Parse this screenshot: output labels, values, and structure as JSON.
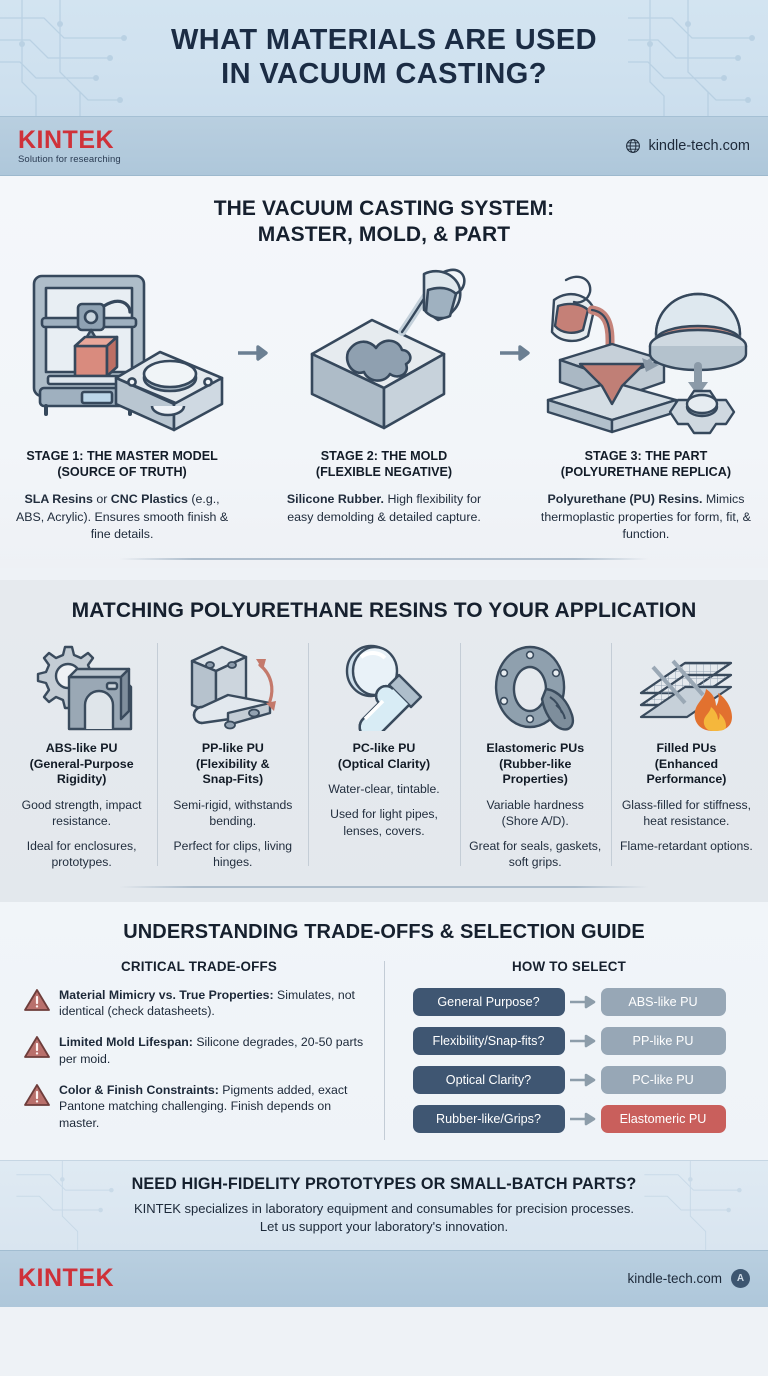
{
  "header": {
    "title_line1": "WHAT MATERIALS ARE USED",
    "title_line2": "IN VACUUM CASTING?"
  },
  "brand": {
    "name": "KINTEK",
    "tagline": "Solution for researching",
    "site": "kindle-tech.com"
  },
  "section1": {
    "title_line1": "THE VACUUM CASTING SYSTEM:",
    "title_line2": "MASTER, MOLD, & PART",
    "stages": [
      {
        "caption_line1": "STAGE 1: THE MASTER MODEL",
        "caption_line2": "(SOURCE OF TRUTH)",
        "body_strong": "SLA Resins",
        "body_mid": " or ",
        "body_strong2": "CNC Plastics",
        "body_rest": " (e.g., ABS, Acrylic). Ensures smooth finish & fine details."
      },
      {
        "caption_line1": "STAGE 2: THE MOLD",
        "caption_line2": "(FLEXIBLE NEGATIVE)",
        "body_strong": "Silicone Rubber.",
        "body_rest": " High flexibility for easy demolding & detailed capture."
      },
      {
        "caption_line1": "STAGE 3: THE PART",
        "caption_line2": "(POLYURETHANE REPLICA)",
        "body_strong": "Polyurethane (PU) Resins.",
        "body_rest": " Mimics thermoplastic properties for form, fit, & function."
      }
    ]
  },
  "section2": {
    "title": "MATCHING POLYURETHANE RESINS TO YOUR APPLICATION",
    "resins": [
      {
        "icon": "gear-and-housing-icon",
        "name_line1": "ABS-like PU",
        "name_line2": "(General-Purpose",
        "name_line3": "Rigidity)",
        "p1": "Good strength, impact resistance.",
        "p2": "Ideal for enclosures, prototypes."
      },
      {
        "icon": "hinge-flex-icon",
        "name_line1": "PP-like PU",
        "name_line2": "(Flexibility &",
        "name_line3": "Snap-Fits)",
        "p1": "Semi-rigid, withstands bending.",
        "p2": "Perfect for clips, living hinges."
      },
      {
        "icon": "lens-and-light-pipe-icon",
        "name_line1": "PC-like PU",
        "name_line2": "(Optical Clarity)",
        "name_line3": "",
        "p1": "Water-clear, tintable.",
        "p2": "Used for light pipes, lenses, covers."
      },
      {
        "icon": "gasket-ring-icon",
        "name_line1": "Elastomeric PUs",
        "name_line2": "(Rubber-like",
        "name_line3": "Properties)",
        "p1": "Variable hardness (Shore A/D).",
        "p2": "Great for seals, gaskets, soft grips."
      },
      {
        "icon": "glass-fill-flame-icon",
        "name_line1": "Filled PUs",
        "name_line2": "(Enhanced",
        "name_line3": "Performance)",
        "p1": "Glass-filled for stiffness, heat resistance.",
        "p2": "Flame-retardant options."
      }
    ]
  },
  "section3": {
    "title": "UNDERSTANDING TRADE-OFFS & SELECTION GUIDE",
    "left_heading": "CRITICAL TRADE-OFFS",
    "right_heading": "HOW TO SELECT",
    "tradeoffs": [
      {
        "icon": "warning-triangle-icon",
        "title": "Material Mimicry vs. True Properties:",
        "text": " Simulates, not identical (check datasheets)."
      },
      {
        "icon": "warning-triangle-icon",
        "title": "Limited Mold Lifespan:",
        "text": " Silicone degrades, 20-50 parts per moid."
      },
      {
        "icon": "warning-triangle-icon",
        "title": "Color & Finish Constraints:",
        "text": " Pigments added, exact Pantone matching challenging. Finish depends on master."
      }
    ],
    "selection": [
      {
        "question": "General Purpose?",
        "answer": "ABS-like PU",
        "highlight": false
      },
      {
        "question": "Flexibility/Snap-fits?",
        "answer": "PP-like PU",
        "highlight": false
      },
      {
        "question": "Optical Clarity?",
        "answer": "PC-like PU",
        "highlight": false
      },
      {
        "question": "Rubber-like/Grips?",
        "answer": "Elastomeric PU",
        "highlight": true
      }
    ]
  },
  "cta": {
    "heading": "NEED HIGH-FIDELITY PROTOTYPES OR SMALL-BATCH PARTS?",
    "line1": "KINTEK specializes in laboratory equipment and consumables for precision processes.",
    "line2": "Let us support your laboratory's innovation."
  },
  "footer": {
    "name": "KINTEK",
    "site": "kindle-tech.com",
    "badge": "A"
  },
  "colors": {
    "accent_red": "#cf3139",
    "navy": "#1b2c44",
    "pill_question": "#3f5672",
    "pill_answer": "#97a7b6",
    "pill_accent": "#c95f5c",
    "header_bg": "#cfe1ef",
    "brandbar_bg": "#b2cadc"
  }
}
